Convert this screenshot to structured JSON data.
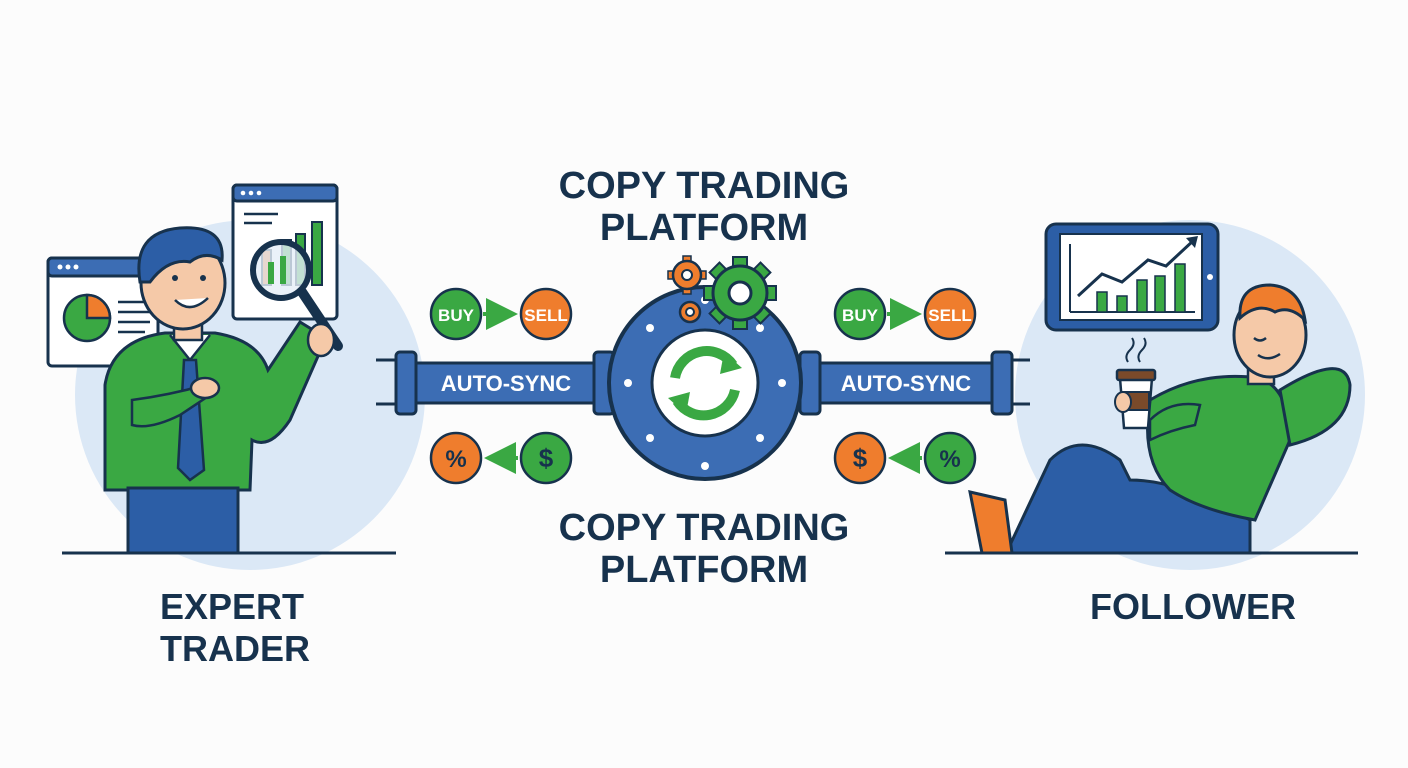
{
  "platform": {
    "title_top": [
      "COPY TRADING",
      "PLATFORM"
    ],
    "title_bottom": [
      "COPY TRADING",
      "PLATFORM"
    ]
  },
  "expert": {
    "label": [
      "EXPERT",
      "TRADER"
    ]
  },
  "follower": {
    "label": "FOLLOWER"
  },
  "left_flow": {
    "buy": "BUY",
    "sell": "SELL",
    "sync": "AUTO-SYNC",
    "percent": "%",
    "dollar": "$"
  },
  "right_flow": {
    "buy": "BUY",
    "sell": "SELL",
    "sync": "AUTO-SYNC",
    "percent": "%",
    "dollar": "$"
  },
  "colors": {
    "navy": "#17324d",
    "blue": "#3c6db4",
    "green": "#3aa843",
    "orange": "#ef7d2d",
    "light_blue": "#dbe8f6"
  }
}
